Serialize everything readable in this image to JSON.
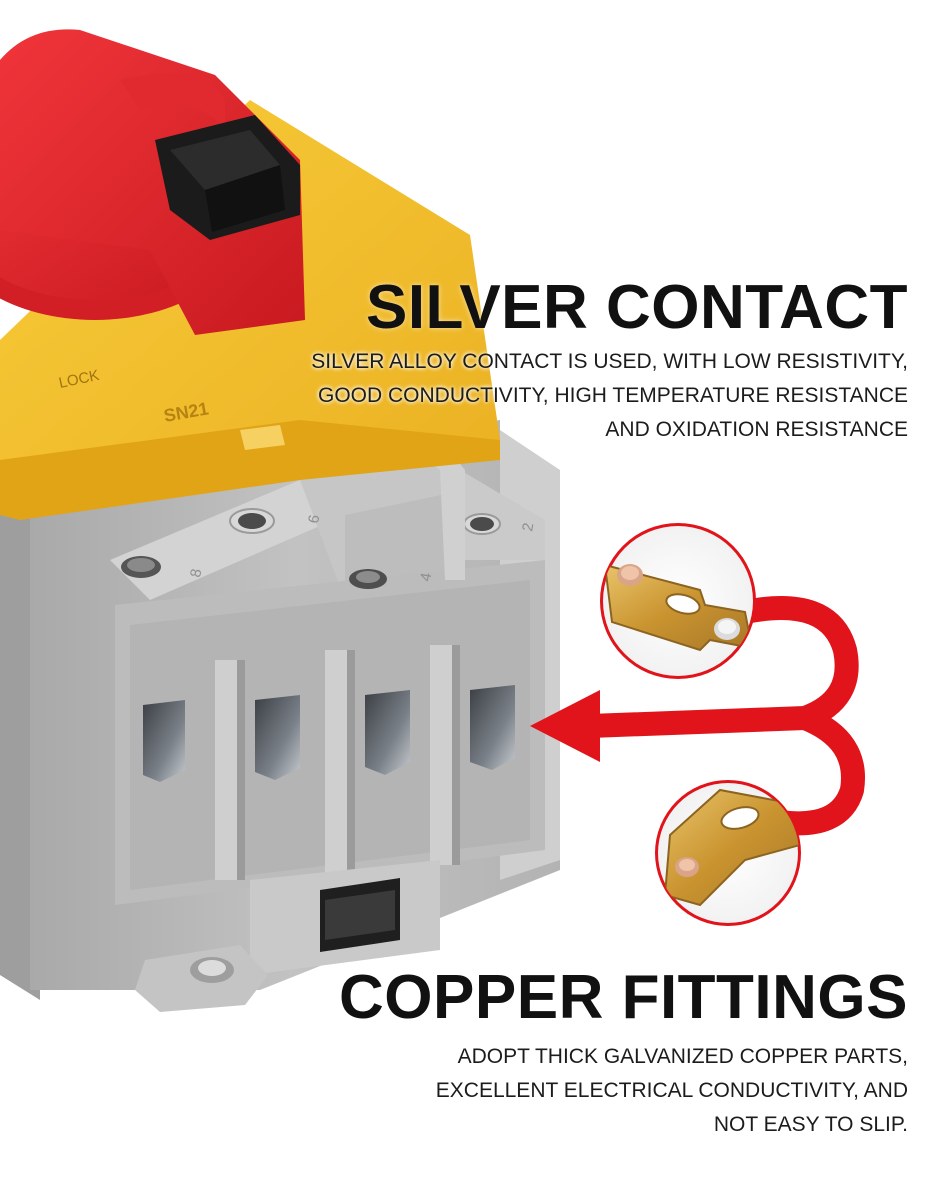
{
  "product": {
    "lock_label": "LOCK",
    "model_text": "SN21",
    "terminal_numbers": [
      "8",
      "6",
      "4",
      "2"
    ]
  },
  "silver_contact": {
    "title": "SILVER CONTACT",
    "lines": [
      "SILVER ALLOY CONTACT IS USED, WITH LOW RESISTIVITY,",
      "GOOD CONDUCTIVITY, HIGH TEMPERATURE RESISTANCE",
      "AND OXIDATION RESISTANCE"
    ]
  },
  "copper_fittings": {
    "title": "COPPER FITTINGS",
    "lines": [
      "ADOPT THICK GALVANIZED COPPER PARTS,",
      "EXCELLENT ELECTRICAL CONDUCTIVITY, AND",
      "NOT EASY TO SLIP."
    ]
  },
  "colors": {
    "handle_red": "#e8262b",
    "cover_yellow": "#f2bd2c",
    "body_gray": "#b9b9b9",
    "arrow_red": "#e0141a",
    "copper": "#d4a64a"
  }
}
